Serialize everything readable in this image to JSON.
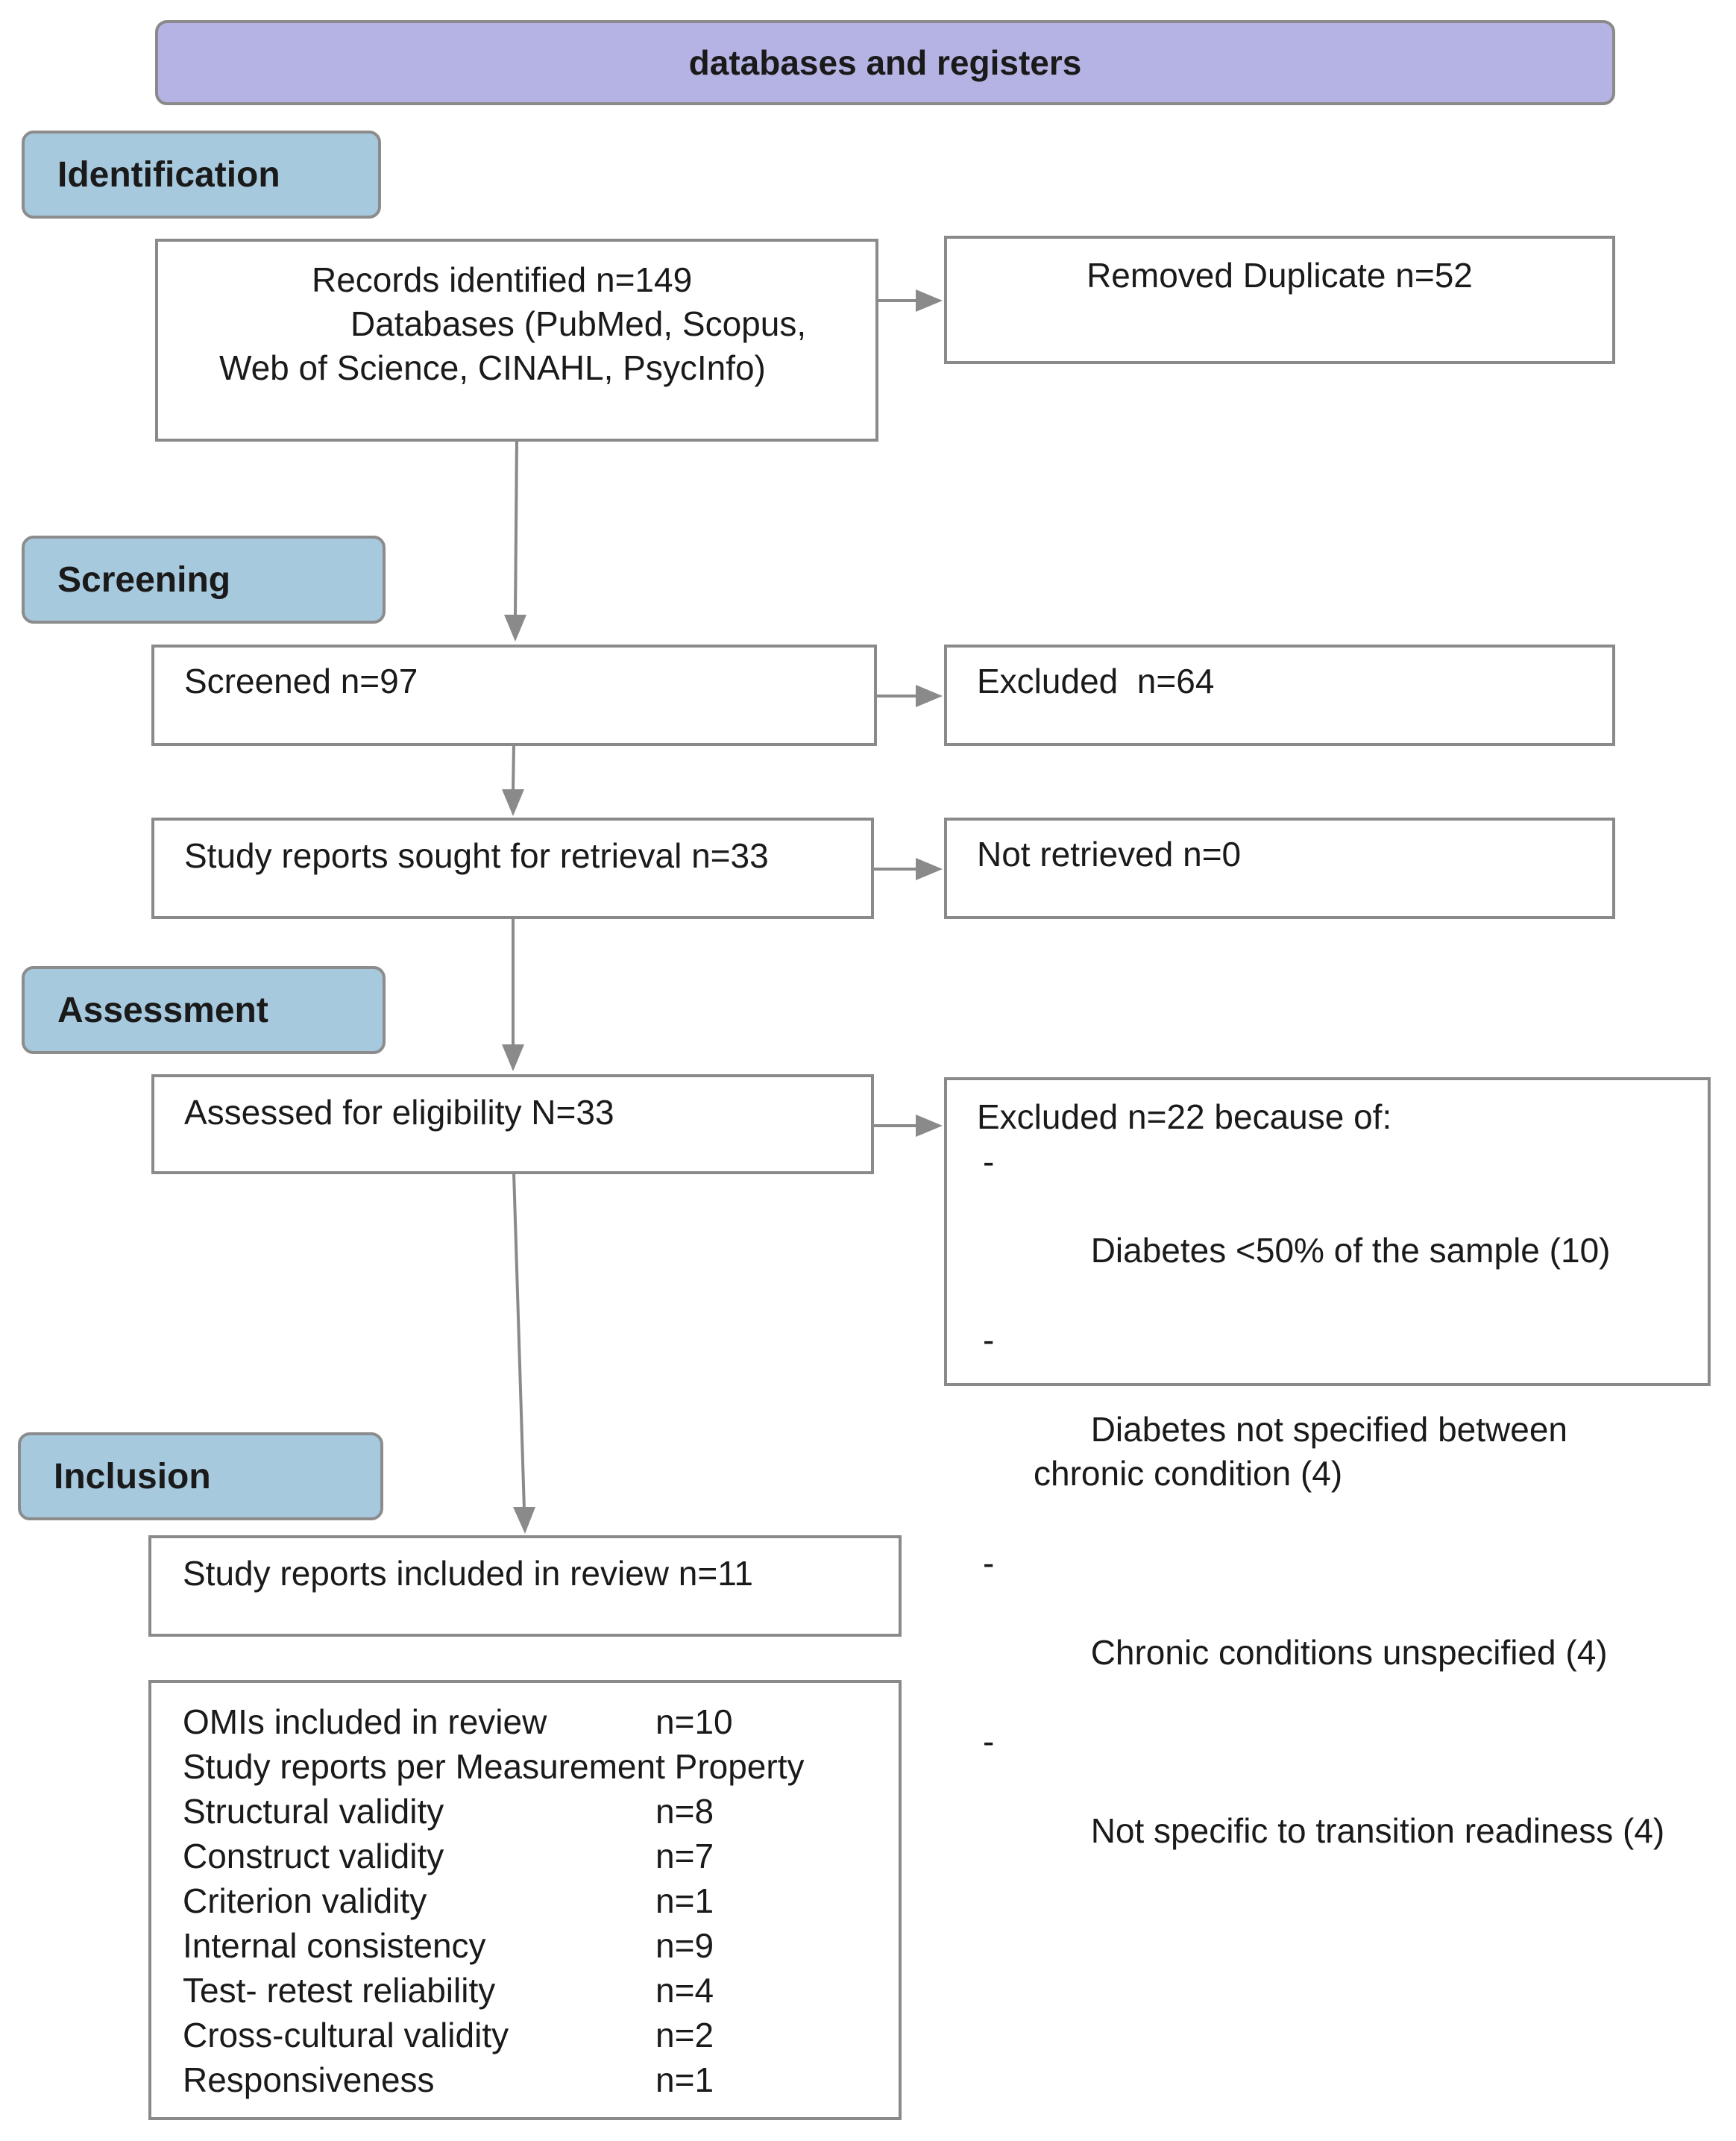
{
  "banner": {
    "title": "databases and registers"
  },
  "stages": {
    "identification": "Identification",
    "screening": "Screening",
    "assessment": "Assessment",
    "inclusion": "Inclusion"
  },
  "boxes": {
    "records": {
      "line1": "Records identified n=149",
      "line2": "Databases (PubMed, Scopus,",
      "line3": "Web of Science, CINAHL, PsycInfo)"
    },
    "duplicates": "Removed Duplicate n=52",
    "screened": "Screened n=97",
    "excluded_screen": "Excluded  n=64",
    "sought": "Study reports sought for retrieval n=33",
    "not_retrieved": "Not retrieved n=0",
    "assessed": "Assessed for eligibility N=33",
    "excluded_eligibility": {
      "heading": "Excluded n=22 because of:",
      "items": [
        {
          "dash": "-",
          "text": "Diabetes <50% of the sample (10)"
        },
        {
          "dash": "-",
          "text": "Diabetes not specified between\nchronic condition (4)"
        },
        {
          "dash": "-",
          "text": "Chronic conditions unspecified (4)"
        },
        {
          "dash": "-",
          "text": "Not specific to transition readiness (4)"
        }
      ]
    },
    "included": "Study reports included in review n=11",
    "omis": {
      "rows": [
        {
          "label": "OMIs included in review",
          "value": "n=10"
        },
        {
          "label": "Study reports per Measurement Property",
          "value": ""
        },
        {
          "label": "Structural validity",
          "value": "n=8"
        },
        {
          "label": "Construct validity",
          "value": "n=7"
        },
        {
          "label": "Criterion validity",
          "value": "n=1"
        },
        {
          "label": "Internal consistency",
          "value": "n=9"
        },
        {
          "label": "Test- retest reliability",
          "value": "n=4"
        },
        {
          "label": "Cross-cultural validity",
          "value": "n=2"
        },
        {
          "label": "Responsiveness",
          "value": "n=1"
        }
      ]
    }
  },
  "colors": {
    "banner": "#b4b3e3",
    "stage": "#a7c9de",
    "border": "#8a8a8a",
    "arrow": "#8a8a8a"
  }
}
